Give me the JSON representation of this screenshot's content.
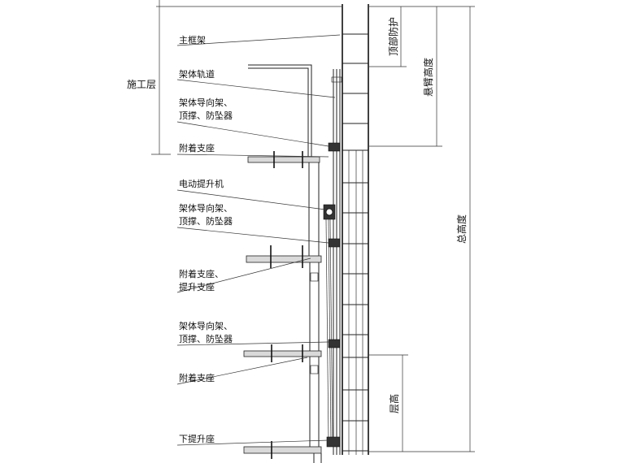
{
  "labels": {
    "main_frame": "主框架",
    "rail": "架体轨道",
    "guide1_line1": "架体导向架、",
    "guide1_line2": "顶撑、防坠器",
    "support1": "附着支座",
    "hoist": "电动提升机",
    "guide2_line1": "架体导向架、",
    "guide2_line2": "顶撑、防坠器",
    "support2_line1": "附着支座、",
    "support2_line2": "提升支座",
    "guide3_line1": "架体导向架、",
    "guide3_line2": "顶撑、防坠器",
    "support3": "附着支座",
    "lower_seat": "下提升座"
  },
  "dimensions": {
    "construction_layer": "施工层",
    "top_protection": "顶部防护",
    "cantilever_height": "悬臂高度",
    "total_height": "总高度",
    "floor_height": "层高"
  }
}
